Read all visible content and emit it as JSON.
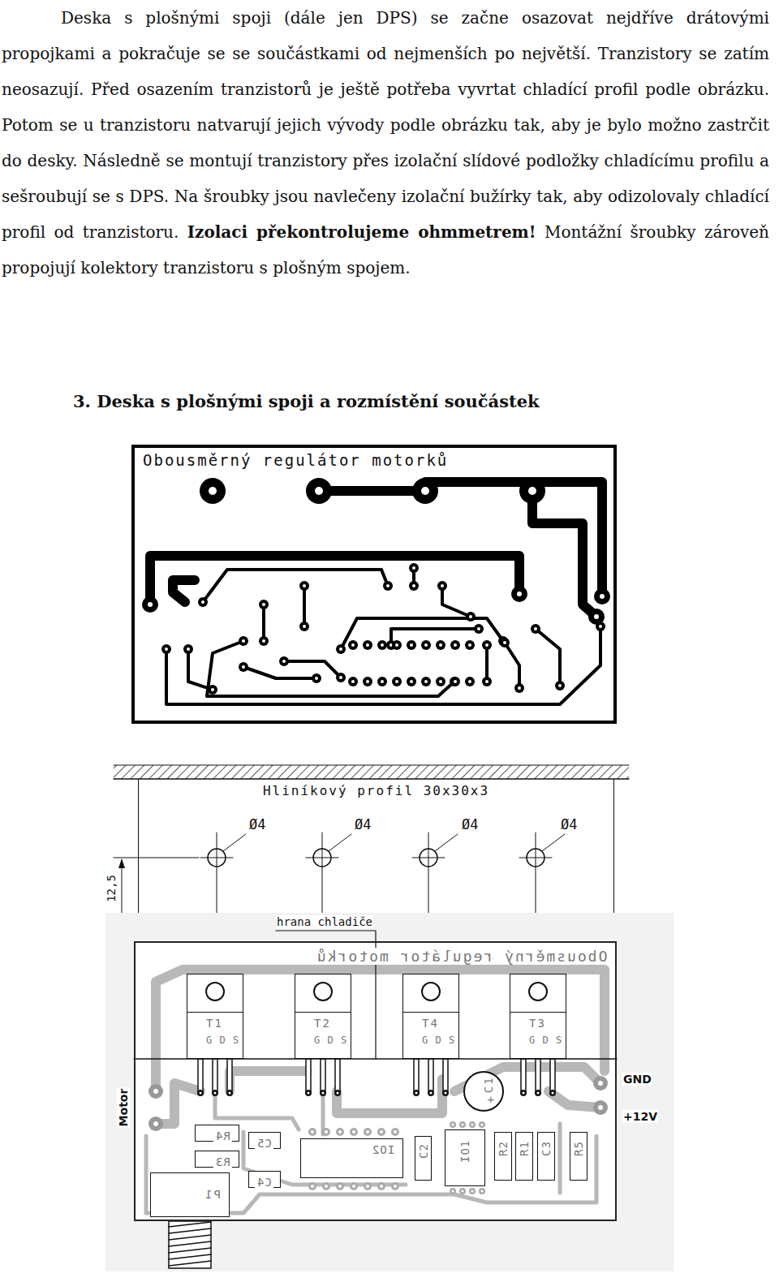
{
  "diagram": {
    "title": "3. Deska s plošnými spoji a rozmístění součástek",
    "nodes": [
      {
        "text": [
          "Obousměrný regulátor motorků"
        ]
      },
      {
        "text": [
          "Hliníkový profil 30x30x3"
        ]
      },
      {
        "text": [
          "Obousměrný regulátor motorků"
        ]
      },
      {
        "text": [
          "T1",
          "G D S"
        ],
        "in": 2
      },
      {
        "text": [
          "T2",
          "G D S"
        ],
        "in": 2
      },
      {
        "text": [
          "T4",
          "G D S"
        ],
        "in": 2
      },
      {
        "text": [
          "T3",
          "G D S"
        ],
        "in": 2
      },
      {
        "text": [
          "R4"
        ],
        "in": 2
      },
      {
        "text": [
          "R3"
        ],
        "in": 2
      },
      {
        "text": [
          "C5"
        ],
        "in": 2
      },
      {
        "text": [
          "C4"
        ],
        "in": 2
      },
      {
        "text": [
          "IO2"
        ],
        "in": 2
      },
      {
        "text": [
          "C2"
        ],
        "in": 2
      },
      {
        "text": [
          "IO1"
        ],
        "in": 2
      },
      {
        "text": [
          "R2"
        ],
        "in": 2
      },
      {
        "text": [
          "R1"
        ],
        "in": 2
      },
      {
        "text": [
          "C3"
        ],
        "in": 2
      },
      {
        "text": [
          "R5"
        ],
        "in": 2
      },
      {
        "text": [
          "P1"
        ],
        "in": 2
      },
      {
        "text": [
          "C1",
          "+"
        ],
        "in": 2
      }
    ],
    "labels": [
      "Deska s plošnými spoji (dále jen DPS) se začne osazovat nejdříve drátovými propojkami a pokračuje se se součástkami od nejmenších po největší. Tranzistory se zatím neosazují. Před osazením tranzistorů je ještě potřeba vyvrtat chladící profil podle obrázku. Potom se u tranzistoru natvarují jejich vývody podle obrázku tak, aby je bylo možno zastrčit do desky. Následně se montují tranzistory přes izolační slídové podložky chladícímu profilu a sešroubují se s DPS. Na šroubky jsou navlečeny izolační bužírky tak, aby odizolovaly chladící profil od tranzistoru.",
      "Izolaci překontrolujeme ohmmetrem!",
      "Montážní šroubky zároveň propojují kolektory tranzistoru s plošným spojem.",
      "Ø4",
      "Ø4",
      "Ø4",
      "Ø4",
      "12,5",
      "hrana chladiče",
      "Motor",
      "GND",
      "+12V"
    ]
  }
}
